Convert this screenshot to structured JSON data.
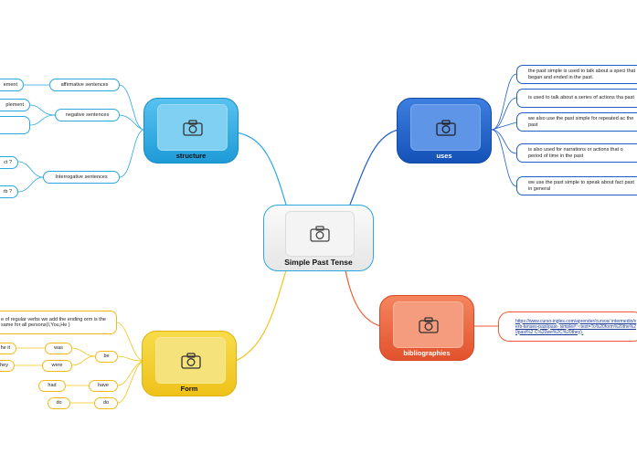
{
  "central": {
    "title": "Simple Past Tense",
    "icon": "camera-icon"
  },
  "colors": {
    "structure": "#2aa8e0",
    "uses": "#1f5fc7",
    "form": "#f2c51a",
    "bibliographies": "#ee5a36"
  },
  "structure": {
    "title": "structure",
    "branches": [
      {
        "label": "affirmative sentences",
        "children": [
          "ement"
        ]
      },
      {
        "label": "negative sentences",
        "children": [
          "plement",
          ""
        ]
      },
      {
        "label": "Interrogative sentences",
        "children": [
          "ct ?",
          "rb ?"
        ]
      }
    ]
  },
  "uses": {
    "title": "uses",
    "items": [
      "the past simple is used to talk about a speci that began and ended in the past.",
      "is used to talk about a series of actions tha past",
      "we also use the past simple for repeated ac the past",
      "is also used for narrations or actions that o period of time in the past",
      "we use the past simple to speak about fact past in general"
    ]
  },
  "form": {
    "title": "Form",
    "note": "e of regular verbs we add the ending orm is the same for all persons(I,You,He )",
    "be": {
      "label": "be",
      "children": [
        {
          "label": "was",
          "child": "he it"
        },
        {
          "label": "were",
          "child": "they"
        }
      ]
    },
    "have": {
      "label": "have",
      "child": "had"
    },
    "do": {
      "label": "do",
      "child": "do"
    }
  },
  "bibliographies": {
    "title": "bibliographies",
    "link": "https://www.curso-ingles.com/aprender/cursos/ intermedio/verb-tenses-past/past- simple#:~:text=To%20form%20the%20past%2 C%20we%2C%20they)."
  }
}
